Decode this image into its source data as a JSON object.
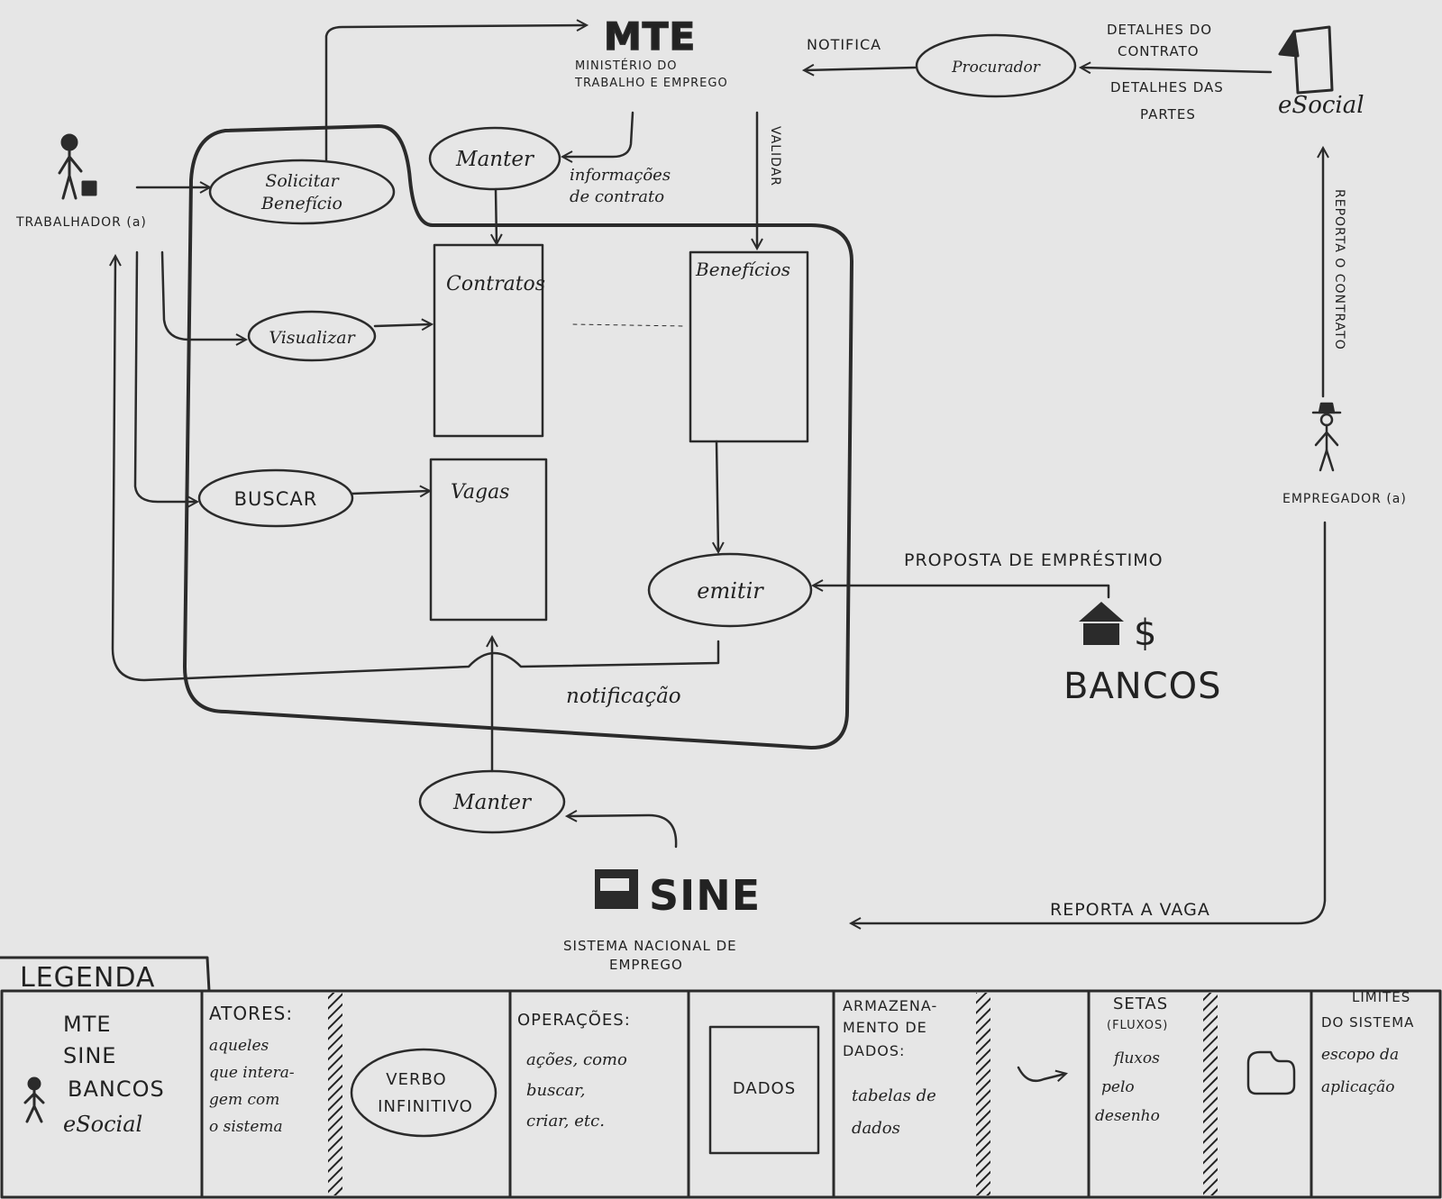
{
  "actors": {
    "trabalhador": "TRABALHADOR (a)",
    "empregador": "EMPREGADOR (a)",
    "bancos": "BANCOS",
    "bancos_symbol": "$"
  },
  "mte": {
    "logo": "MTE",
    "line1": "MINISTÉRIO DO",
    "line2": "TRABALHO E EMPREGO"
  },
  "sine": {
    "logo": "SINE",
    "line1": "SISTEMA NACIONAL DE",
    "line2": "EMPREGO"
  },
  "esocial": {
    "label": "eSocial"
  },
  "operations": {
    "solicitar_1": "Solicitar",
    "solicitar_2": "Benefício",
    "manter_top": "Manter",
    "visualizar": "Visualizar",
    "buscar": "BUSCAR",
    "emitir": "emitir",
    "manter_bottom": "Manter",
    "scribble": "Procurador"
  },
  "stores": {
    "contratos": "Contratos",
    "beneficios": "Benefícios",
    "vagas": "Vagas"
  },
  "flows": {
    "notifica": "NOTIFICA",
    "detalhes_contrato_1": "DETALHES DO",
    "detalhes_contrato_2": "CONTRATO",
    "detalhes_partes_1": "DETALHES DAS",
    "detalhes_partes_2": "PARTES",
    "informacoes_1": "informações",
    "informacoes_2": "de contrato",
    "validar": "VALIDAR",
    "reporta_contrato": "REPORTA O CONTRATO",
    "proposta": "PROPOSTA DE EMPRÉSTIMO",
    "notificacao": "notificação",
    "reporta_vaga": "REPORTA A VAGA"
  },
  "legend": {
    "title": "LEGENDA",
    "actors_list": [
      "MTE",
      "SINE",
      "BANCOS",
      "eSocial"
    ],
    "atores_title": "ATORES:",
    "atores_desc": [
      "aqueles",
      "que intera-",
      "gem com",
      "o sistema"
    ],
    "verbo_1": "VERBO",
    "verbo_2": "INFINITIVO",
    "operacoes_title": "OPERAÇÕES:",
    "operacoes_desc": [
      "ações, como",
      "buscar,",
      "criar, etc."
    ],
    "dados_box": "DADOS",
    "armazenamento_title": [
      "ARMAZENA-",
      "MENTO DE",
      "DADOS:"
    ],
    "armazenamento_desc": [
      "tabelas de",
      "dados"
    ],
    "setas_title": "SETAS",
    "setas_sub": "(FLUXOS)",
    "setas_desc": [
      "fluxos",
      "pelo",
      "desenho"
    ],
    "limites_title": [
      "LIMITES",
      "DO SISTEMA"
    ],
    "limites_desc": [
      "escopo da",
      "aplicação"
    ]
  }
}
